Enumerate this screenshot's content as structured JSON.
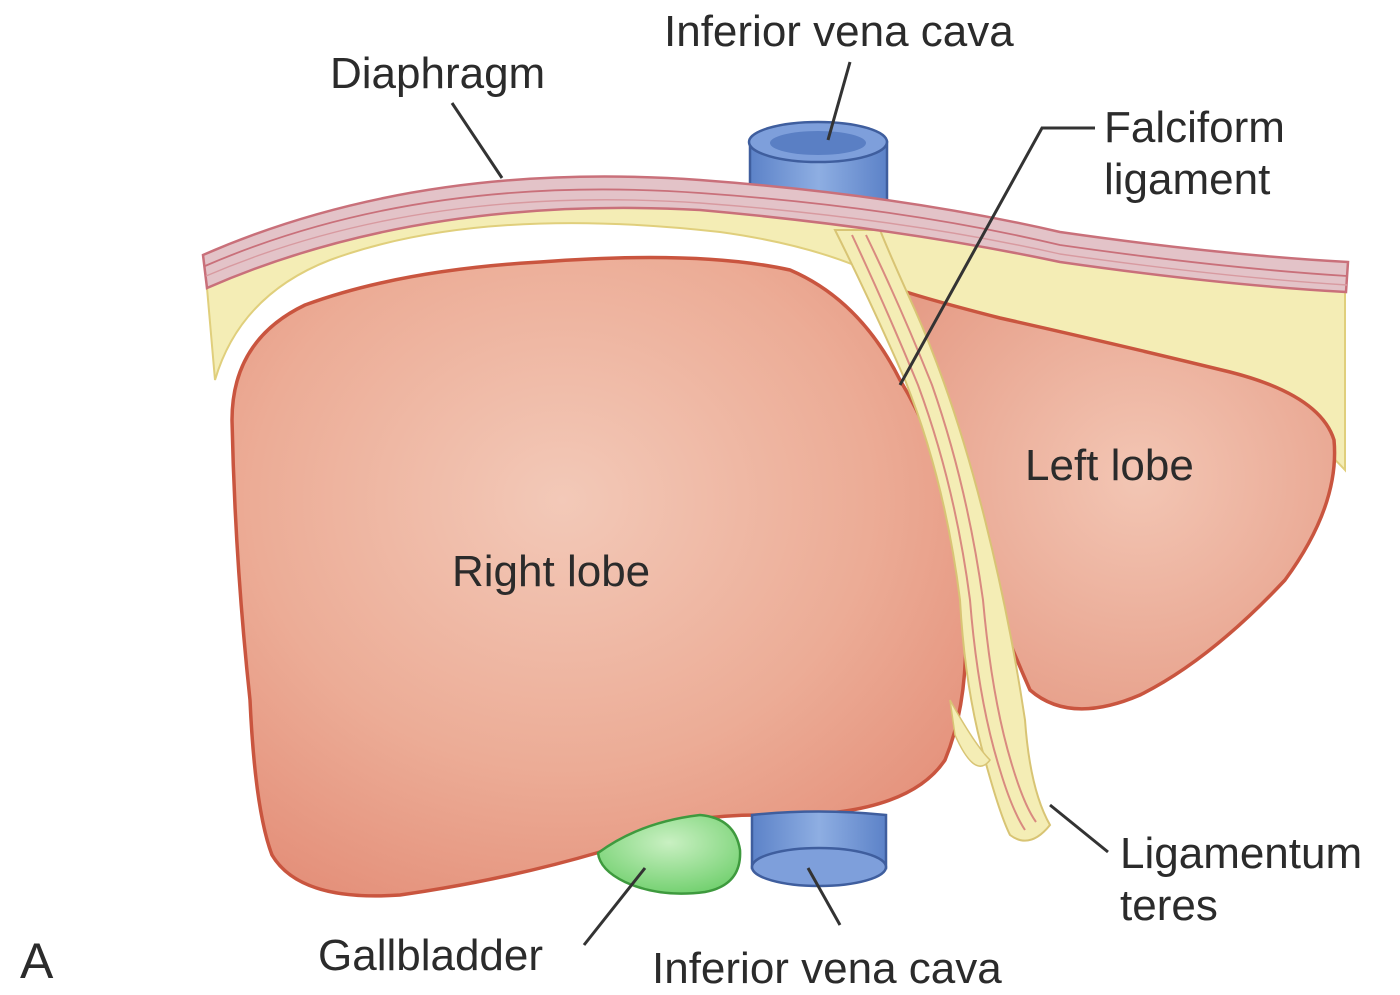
{
  "panel_letter": "A",
  "labels": {
    "ivc_top": "Inferior vena cava",
    "diaphragm": "Diaphragm",
    "falciform_line1": "Falciform",
    "falciform_line2": "ligament",
    "left_lobe": "Left lobe",
    "right_lobe": "Right lobe",
    "ligamentum_line1": "Ligamentum",
    "ligamentum_line2": "teres",
    "gallbladder": "Gallbladder",
    "ivc_bottom": "Inferior vena cava"
  },
  "colors": {
    "liver": "#e99a84",
    "liver_outline": "#c9553f",
    "peritoneum": "#f4edb5",
    "diaphragm": "#e3c3c8",
    "vena_cava": "#6f93d1",
    "gallbladder": "#7fd77b",
    "leader_line": "#333333"
  }
}
